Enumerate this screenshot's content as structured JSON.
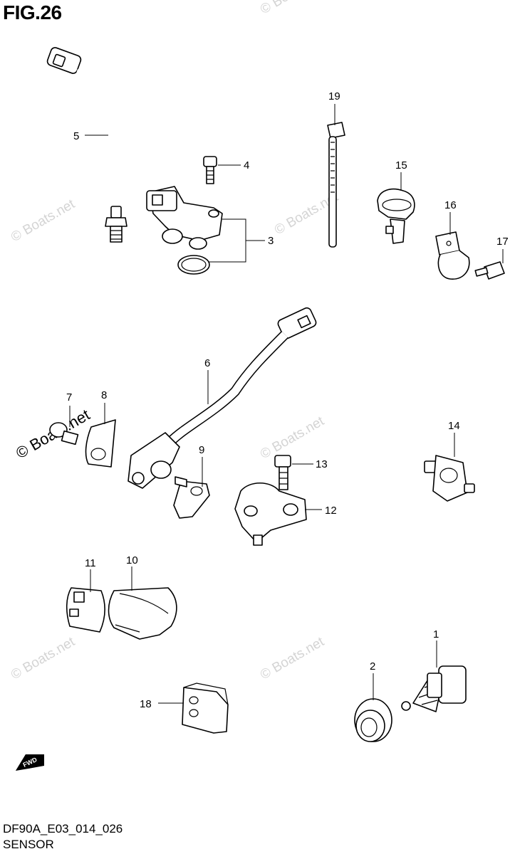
{
  "figure": {
    "title": "FIG.26",
    "code": "DF90A_E03_014_026",
    "name": "SENSOR"
  },
  "watermark": {
    "text": "© Boats.net"
  },
  "fwd_label": "FWD",
  "callouts": [
    "1",
    "2",
    "3",
    "4",
    "5",
    "6",
    "7",
    "8",
    "9",
    "10",
    "11",
    "12",
    "13",
    "14",
    "15",
    "16",
    "17",
    "18",
    "19"
  ]
}
